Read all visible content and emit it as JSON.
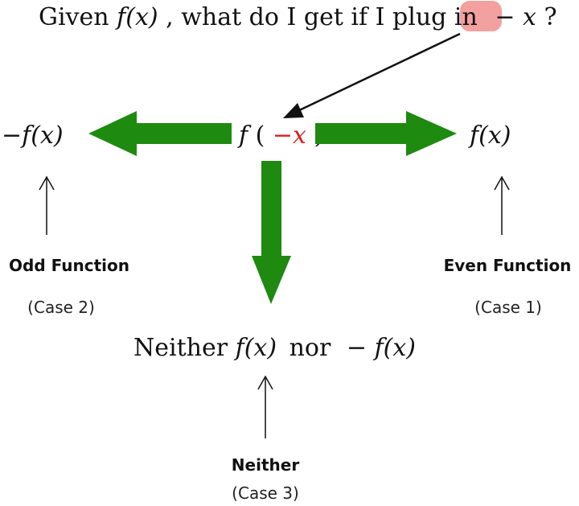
{
  "question": {
    "prefix": "Given",
    "fx": "f(x)",
    "rest": ", what do I get if I plug in",
    "highlight": "− x",
    "suffix": "?"
  },
  "center": {
    "f": "f",
    "open": "(",
    "arg": "−x",
    "close": ")"
  },
  "left_result": "−f(x)",
  "right_result": "f(x)",
  "bottom_result": {
    "word1": "Neither",
    "fx1": "f(x)",
    "word2": "nor",
    "fx2": "− f(x)"
  },
  "odd": {
    "title": "Odd Function",
    "case": "(Case 2)"
  },
  "even": {
    "title": "Even Function",
    "case": "(Case 1)"
  },
  "neither": {
    "title": "Neither",
    "case": "(Case 3)"
  },
  "colors": {
    "arrow_green": "#1e8a10",
    "highlight_fill": "#f2a0a0",
    "red_text": "#d62020",
    "ink": "#111111"
  }
}
